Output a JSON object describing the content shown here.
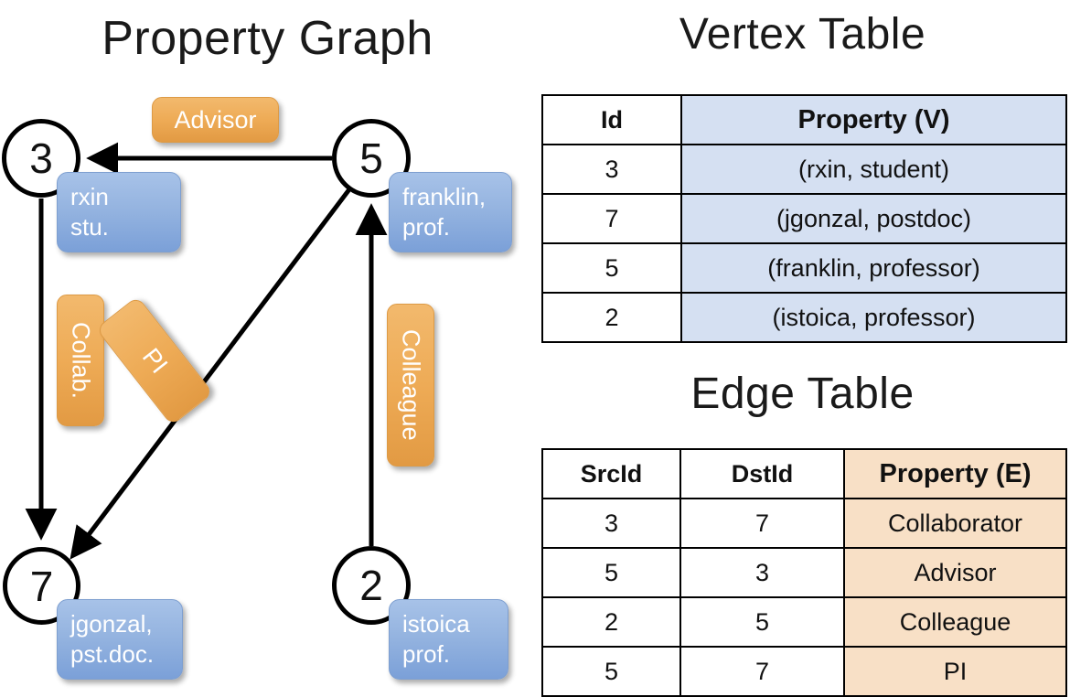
{
  "panels": {
    "graph_title": "Property Graph",
    "vertex_title": "Vertex Table",
    "edge_title": "Edge Table"
  },
  "colors": {
    "vertex_property_cell": "#d5e0f2",
    "edge_property_cell": "#f8e0c6",
    "node_property_box_blue": "#95b4e0",
    "edge_label_orange": "#eeab56",
    "stroke": "#000000"
  },
  "graph": {
    "nodes": [
      {
        "id": "3",
        "property_lines": [
          "rxin",
          "stu."
        ]
      },
      {
        "id": "5",
        "property_lines": [
          "franklin,",
          "prof."
        ]
      },
      {
        "id": "7",
        "property_lines": [
          "jgonzal,",
          "pst.doc."
        ]
      },
      {
        "id": "2",
        "property_lines": [
          "istoica",
          "prof."
        ]
      }
    ],
    "edge_labels": [
      {
        "name": "advisor",
        "text": "Advisor",
        "orientation": "horizontal"
      },
      {
        "name": "collab",
        "text": "Collab.",
        "orientation": "vertical"
      },
      {
        "name": "pi",
        "text": "PI",
        "orientation": "vertical-rotated"
      },
      {
        "name": "colleague",
        "text": "Colleague",
        "orientation": "vertical"
      }
    ]
  },
  "vertex_table": {
    "headers": [
      "Id",
      "Property (V)"
    ],
    "rows": [
      {
        "id": "3",
        "property": "(rxin, student)"
      },
      {
        "id": "7",
        "property": "(jgonzal, postdoc)"
      },
      {
        "id": "5",
        "property": "(franklin, professor)"
      },
      {
        "id": "2",
        "property": "(istoica, professor)"
      }
    ]
  },
  "edge_table": {
    "headers": [
      "SrcId",
      "DstId",
      "Property (E)"
    ],
    "rows": [
      {
        "src": "3",
        "dst": "7",
        "property": "Collaborator"
      },
      {
        "src": "5",
        "dst": "3",
        "property": "Advisor"
      },
      {
        "src": "2",
        "dst": "5",
        "property": "Colleague"
      },
      {
        "src": "5",
        "dst": "7",
        "property": "PI"
      }
    ]
  }
}
